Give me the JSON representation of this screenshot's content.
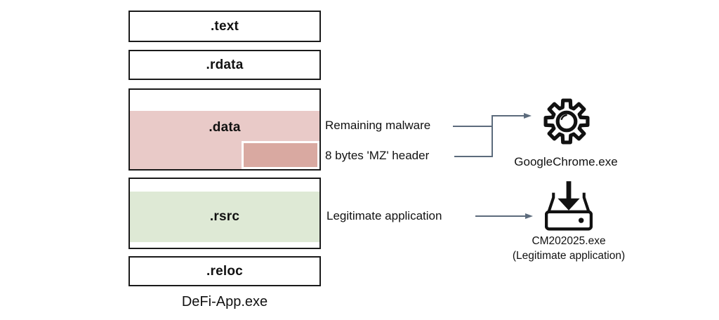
{
  "colors": {
    "malware_fill": "#e9cac8",
    "mz_fill": "#d9a9a1",
    "legit_fill": "#dee9d5",
    "arrow": "#5c6b7c",
    "box_border": "#1a1a1a"
  },
  "pe_file": {
    "caption": "DeFi-App.exe",
    "sections": [
      {
        "label": ".text"
      },
      {
        "label": ".rdata"
      },
      {
        "label": ".data"
      },
      {
        "label": ".rsrc"
      },
      {
        "label": ".reloc"
      }
    ]
  },
  "annotations": {
    "remaining_malware": "Remaining malware",
    "mz_header": "8 bytes 'MZ' header",
    "legitimate_application": "Legitimate application"
  },
  "targets": {
    "malware_output": {
      "icon": "gear-icon",
      "label": "GoogleChrome.exe"
    },
    "legit_output": {
      "icon": "software-install-icon",
      "label": "CM202025.exe",
      "sublabel": "(Legitimate application)"
    }
  }
}
